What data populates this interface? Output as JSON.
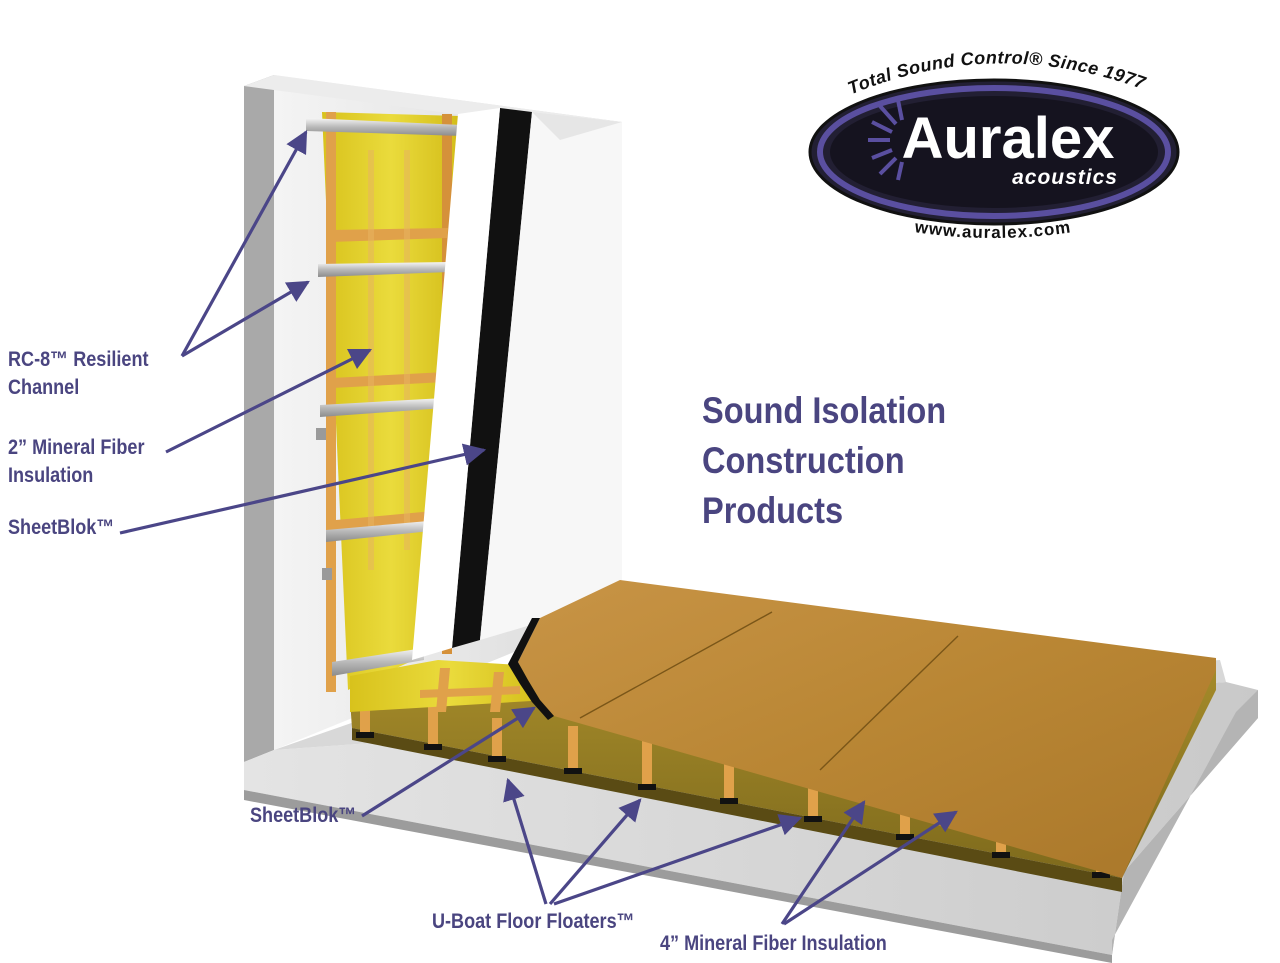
{
  "logo": {
    "arc_top": "Total Sound Control® Since 1977",
    "brand": "Auralex",
    "sub": "acoustics",
    "url": "www.auralex.com",
    "colors": {
      "ring": "#5a4fa0",
      "fill": "#1c1a2e",
      "text": "#ffffff"
    }
  },
  "headline": {
    "line1": "Sound Isolation",
    "line2": "Construction",
    "line3": "Products"
  },
  "callouts": {
    "rc8_line1": "RC-8™ Resilient",
    "rc8_line2": "Channel",
    "mineral2_line1": "2” Mineral Fiber",
    "mineral2_line2": "Insulation",
    "sheetblok_wall": "SheetBlok™",
    "sheetblok_floor": "SheetBlok™",
    "uboat": "U-Boat Floor Floaters™",
    "mineral4": "4” Mineral Fiber Insulation"
  },
  "colors": {
    "label": "#4a4580",
    "arrow": "#4b4688",
    "insulation": "#e2d12a",
    "stud": "#e0a14a",
    "plywood": "#c08a3a",
    "concrete": "#d2d2d2",
    "sheetblok": "#111111"
  }
}
